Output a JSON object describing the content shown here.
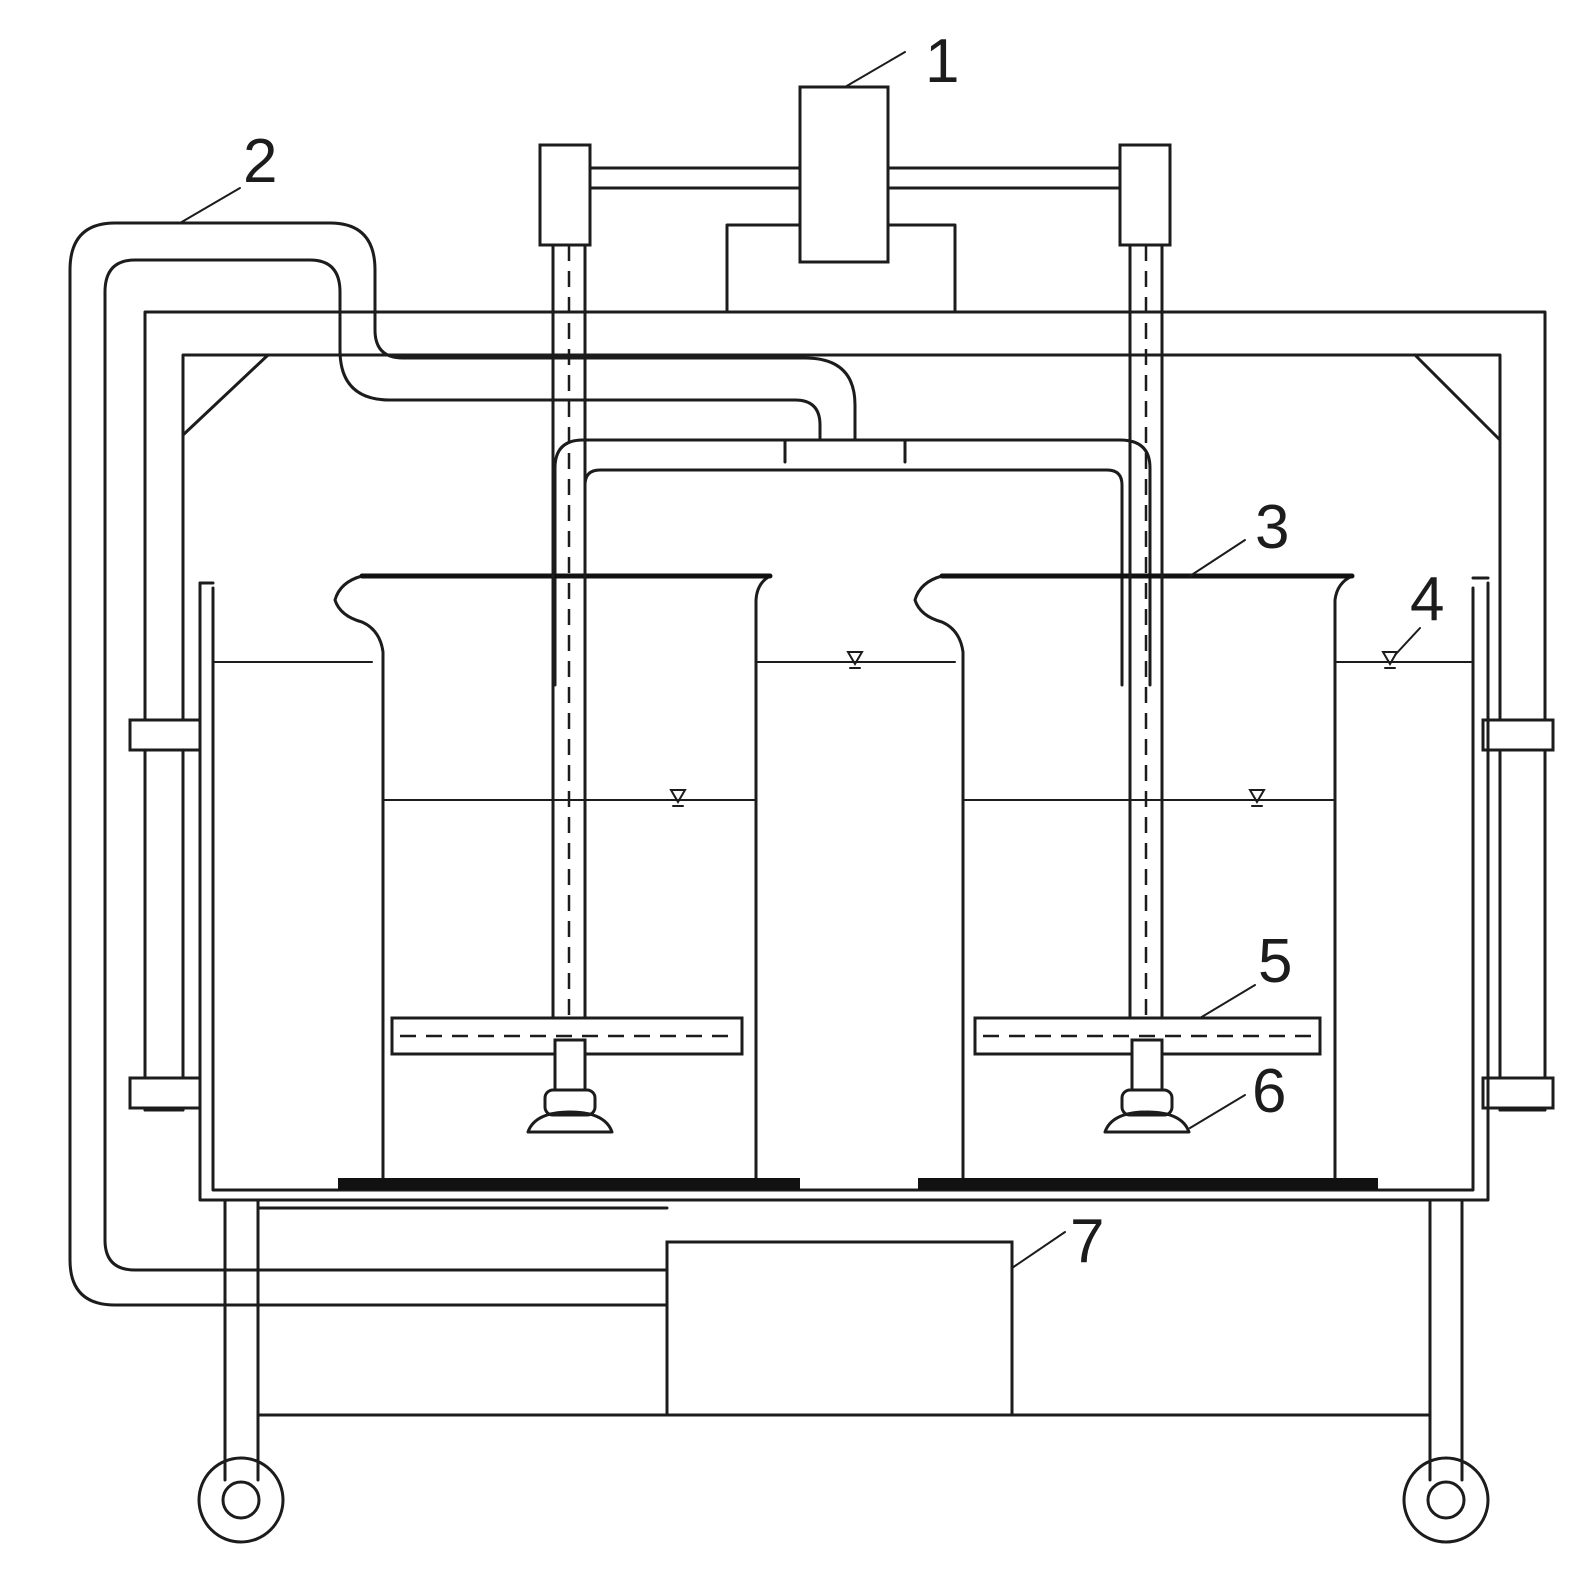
{
  "labels": [
    {
      "id": "1",
      "text": "1"
    },
    {
      "id": "2",
      "text": "2"
    },
    {
      "id": "3",
      "text": "3"
    },
    {
      "id": "4",
      "text": "4"
    },
    {
      "id": "5",
      "text": "5"
    },
    {
      "id": "6",
      "text": "6"
    },
    {
      "id": "7",
      "text": "7"
    }
  ],
  "colors": {
    "stroke": "#1c1c1c",
    "background": "#ffffff"
  }
}
